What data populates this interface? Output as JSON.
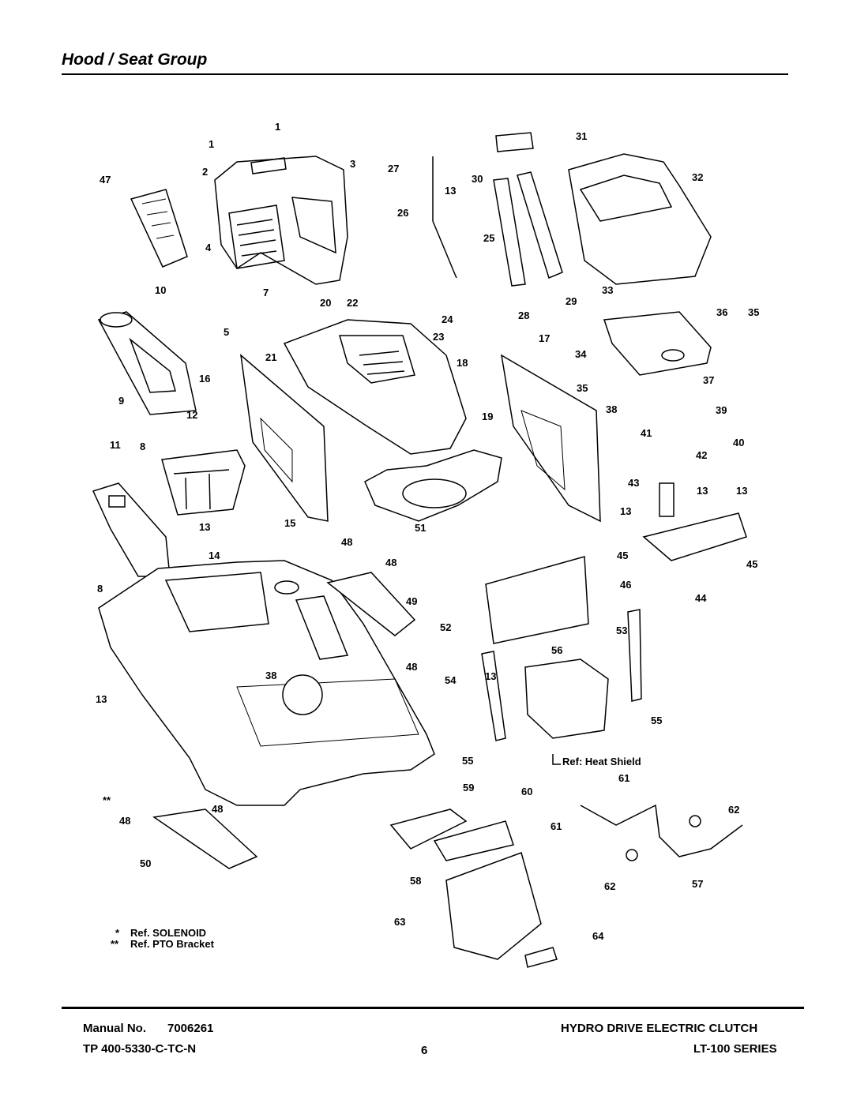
{
  "page": {
    "title": "Hood / Seat Group",
    "page_number": "6"
  },
  "footer": {
    "manual_label": "Manual No.",
    "manual_number": "7006261",
    "tp_code": "TP 400-5330-C-TC-N",
    "product_title": "HYDRO DRIVE ELECTRIC CLUTCH",
    "series": "LT-100 SERIES"
  },
  "references": {
    "solenoid": "Ref. SOLENOID",
    "pto_bracket": "Ref. PTO Bracket",
    "heat_shield": "Ref: Heat Shield",
    "single_star": "*",
    "double_star": "**"
  },
  "callouts": [
    "1",
    "1",
    "2",
    "3",
    "47",
    "4",
    "5",
    "7",
    "10",
    "9",
    "16",
    "20",
    "21",
    "22",
    "23",
    "24",
    "18",
    "17",
    "27",
    "13",
    "30",
    "26",
    "25",
    "28",
    "31",
    "29",
    "32",
    "33",
    "36",
    "35",
    "34",
    "35",
    "37",
    "38",
    "39",
    "40",
    "41",
    "42",
    "11",
    "8",
    "12",
    "13",
    "14",
    "15",
    "48",
    "48",
    "49",
    "8",
    "51",
    "52",
    "43",
    "13",
    "13",
    "13",
    "45",
    "45",
    "46",
    "44",
    "38",
    "48",
    "53",
    "56",
    "13",
    "54",
    "55",
    "55",
    "13",
    "48",
    "48",
    "50",
    "59",
    "60",
    "61",
    "61",
    "62",
    "62",
    "58",
    "57",
    "63",
    "64",
    "19",
    "**"
  ]
}
